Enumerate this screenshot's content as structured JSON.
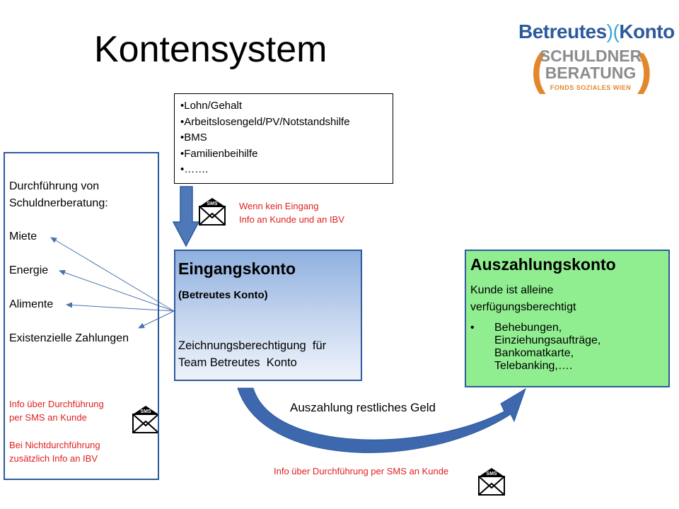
{
  "title": "Kontensystem",
  "logo": {
    "brand_left": "Betreutes",
    "brand_right": "Konto",
    "org_line1": "SCHULDNER",
    "org_line2": "BERATUNG",
    "org_sub": "FONDS SOZIALES WIEN"
  },
  "income_sources": [
    "•Lohn/Gehalt",
    "•Arbeitslosengeld/PV/Notstandshilfe",
    "•BMS",
    "•Familienbeihilfe",
    "•……."
  ],
  "sms_note_top": [
    "Wenn kein Eingang",
    "Info an Kunde und  an IBV"
  ],
  "left_panel": {
    "heading_line1": "Durchführung von",
    "heading_line2": "Schuldnerberatung:",
    "items": [
      "Miete",
      "Energie",
      "Alimente",
      "Existenzielle Zahlungen"
    ],
    "info_line1": "Info über Durchführung",
    "info_line2": "per SMS an Kunde",
    "info2_line1": "Bei Nichtdurchführung",
    "info2_line2": "zusätzlich Info an IBV"
  },
  "eingangskonto": {
    "title": "Eingangskonto",
    "subtitle": "(Betreutes Konto)",
    "desc_line1": "Zeichnungsberechtigung  für",
    "desc_line2": "Team Betreutes  Konto"
  },
  "auszahlungskonto": {
    "title": "Auszahlungskonto",
    "desc_line1": "Kunde ist alleine",
    "desc_line2": "verfügungsberechtigt",
    "bullet": "•",
    "list": [
      "Behebungen,",
      "Einziehungsaufträge,",
      "Bankomatkarte,",
      "Telebanking,…."
    ]
  },
  "payout_label": "Auszahlung restliches Geld",
  "sms_note_bottom": "Info über Durchführung per SMS an Kunde",
  "sms_icon_label": "SMS",
  "colors": {
    "blue": "#2d5a9c",
    "arrow_blue": "#4a72b0",
    "red": "#e02020",
    "green": "#90ee90",
    "orange": "#e4872a"
  }
}
